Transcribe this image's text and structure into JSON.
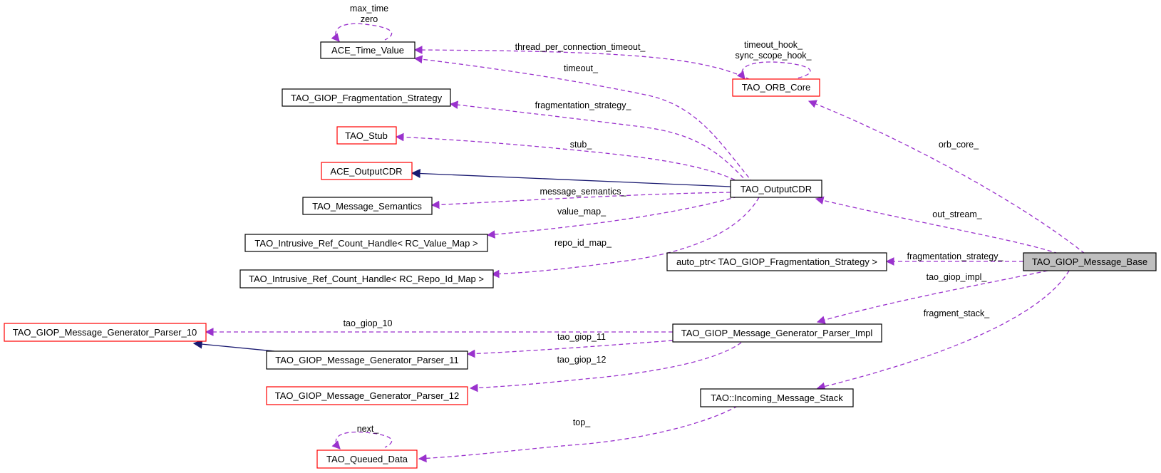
{
  "colors": {
    "usage_edge": "#9a32cd",
    "inherit_edge": "#191970",
    "normal_border": "#000000",
    "truncated_border": "#ff0000",
    "focus_fill": "#bfbfbf"
  },
  "nodes": {
    "ace_time_value": "ACE_Time_Value",
    "tao_orb_core": "TAO_ORB_Core",
    "frag_strategy": "TAO_GIOP_Fragmentation_Strategy",
    "tao_stub": "TAO_Stub",
    "ace_outputcdr": "ACE_OutputCDR",
    "tao_outputcdr": "TAO_OutputCDR",
    "msg_semantics": "TAO_Message_Semantics",
    "ref_value_map": "TAO_Intrusive_Ref_Count_Handle< RC_Value_Map >",
    "auto_ptr_frag": "auto_ptr< TAO_GIOP_Fragmentation_Strategy >",
    "msg_base": "TAO_GIOP_Message_Base",
    "ref_repo_map": "TAO_Intrusive_Ref_Count_Handle< RC_Repo_Id_Map >",
    "parser_10": "TAO_GIOP_Message_Generator_Parser_10",
    "parser_impl": "TAO_GIOP_Message_Generator_Parser_Impl",
    "parser_11": "TAO_GIOP_Message_Generator_Parser_11",
    "parser_12": "TAO_GIOP_Message_Generator_Parser_12",
    "incoming_stack": "TAO::Incoming_Message_Stack",
    "queued_data": "TAO_Queued_Data"
  },
  "edge_labels": {
    "max_time_zero": "max_time\nzero",
    "thread_per_connection_timeout": "thread_per_connection_timeout_",
    "timeout_hooks": "timeout_hook_\nsync_scope_hook_",
    "timeout": "timeout_",
    "fragmentation_strategy_1": "fragmentation_strategy_",
    "stub": "stub_",
    "orb_core": "orb_core_",
    "message_semantics": "message_semantics_",
    "value_map": "value_map_",
    "out_stream": "out_stream_",
    "repo_id_map": "repo_id_map_",
    "fragmentation_strategy_2": "fragmentation_strategy_",
    "tao_giop_impl": "tao_giop_impl_",
    "tao_giop_10": "tao_giop_10",
    "fragment_stack": "fragment_stack_",
    "tao_giop_11": "tao_giop_11",
    "tao_giop_12": "tao_giop_12",
    "next": "next_",
    "top": "top_"
  }
}
